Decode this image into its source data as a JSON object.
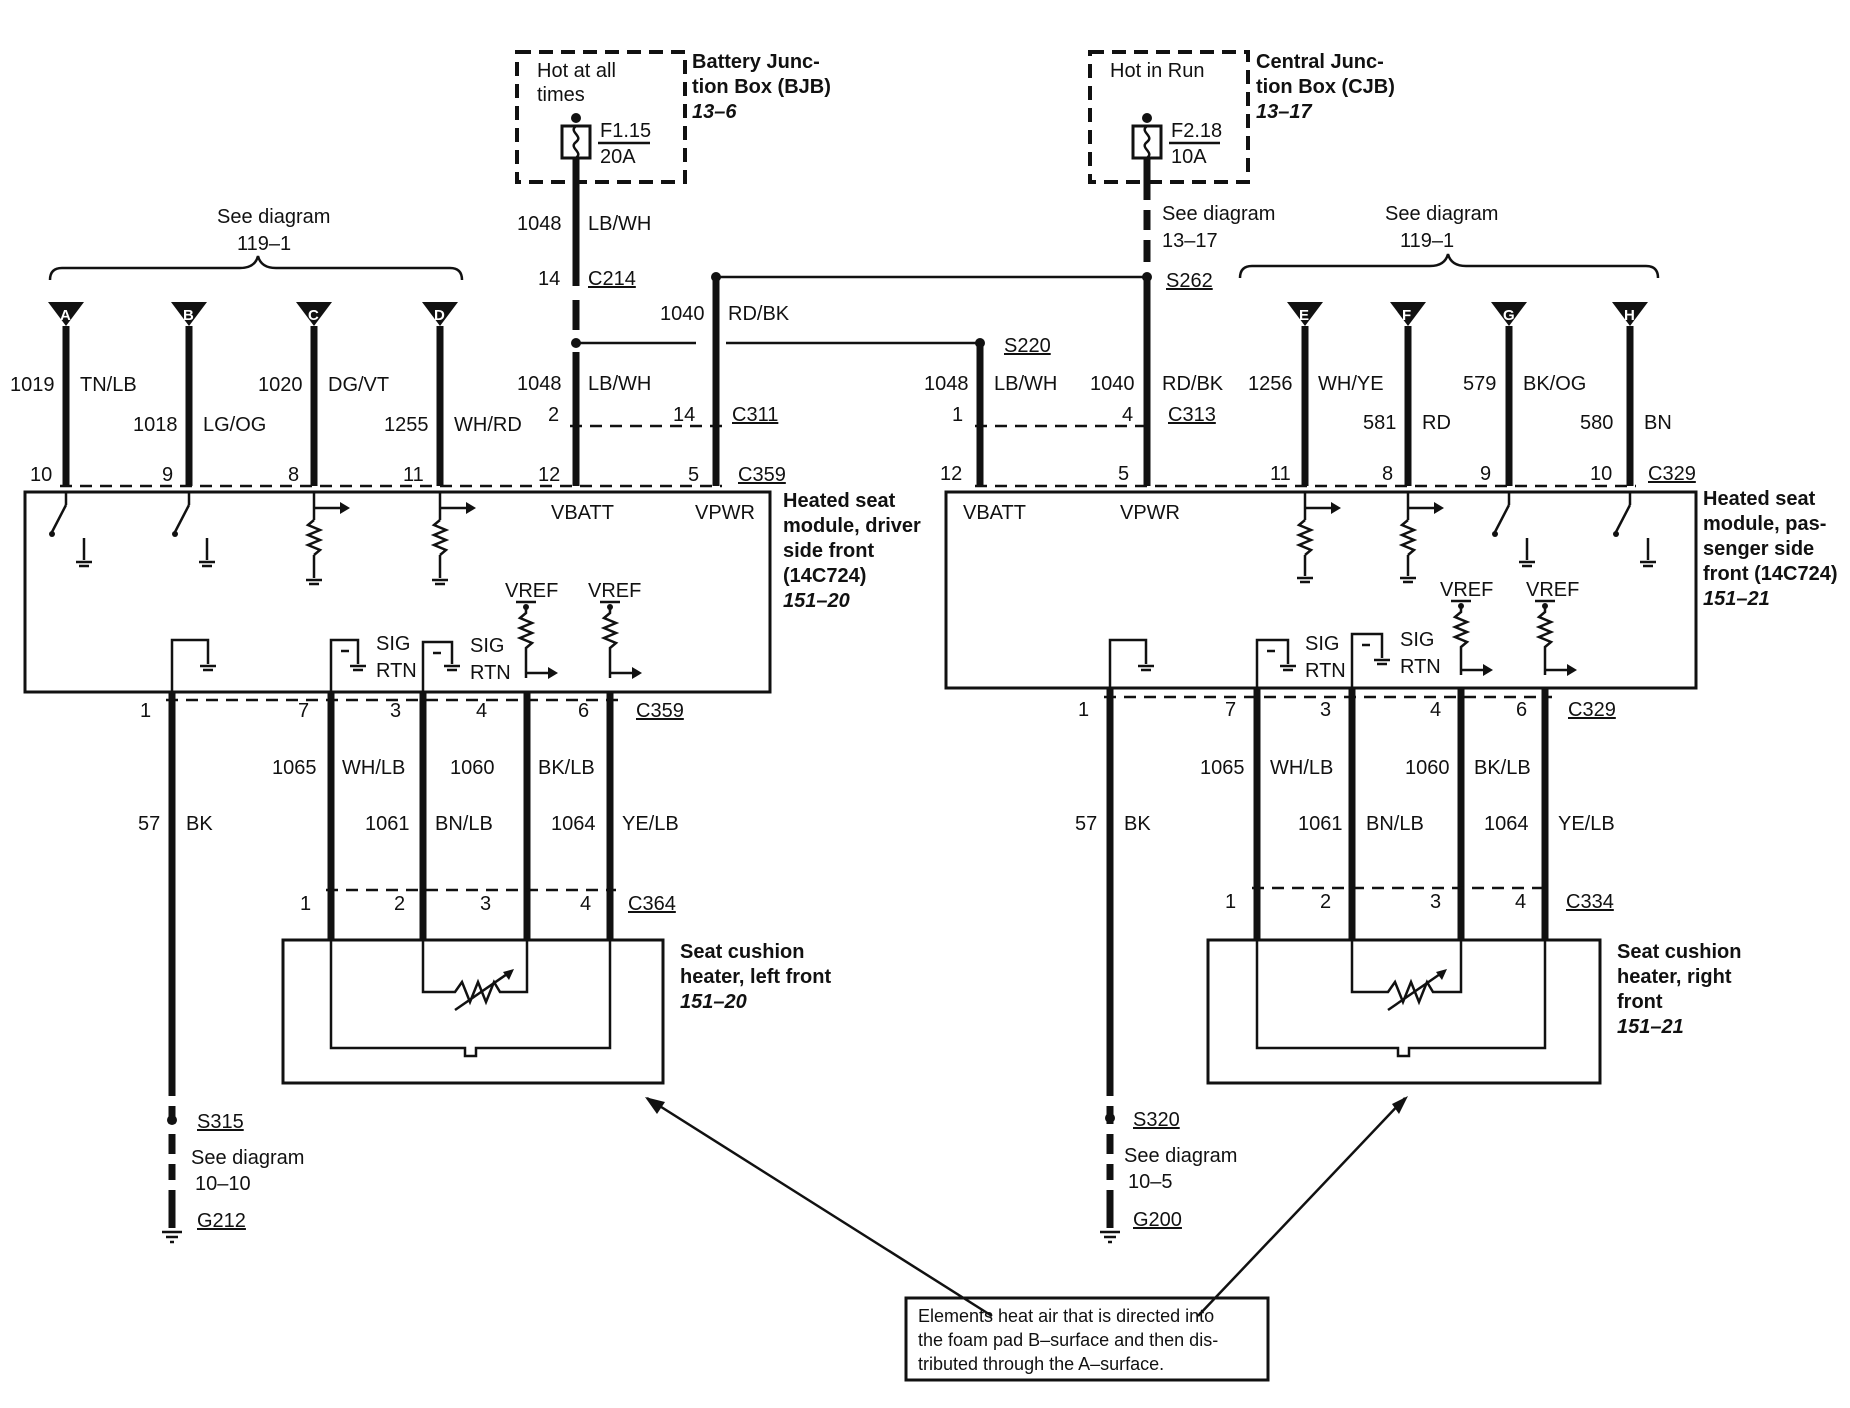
{
  "top": {
    "bjb": {
      "inbox": [
        "Hot at all",
        "times"
      ],
      "title": [
        "Battery Junc-",
        "tion Box (BJB)"
      ],
      "ref": "13–6",
      "fuse": "F1.15",
      "amps": "20A"
    },
    "cjb": {
      "inbox": [
        "Hot in Run"
      ],
      "title": [
        "Central Junc-",
        "tion Box (CJB)"
      ],
      "ref": "13–17",
      "fuse": "F2.18",
      "amps": "10A"
    },
    "see_left": [
      "See diagram",
      "119–1"
    ],
    "see_right": [
      "See diagram",
      "119–1"
    ],
    "see_cjb": [
      "See diagram",
      "13–17"
    ]
  },
  "splices": {
    "s262": "S262",
    "s220": "S220",
    "c214": "C214",
    "c214_pin": "14",
    "c311": "C311",
    "c313": "C313"
  },
  "left": {
    "pins_top": [
      "A",
      "B",
      "C",
      "D"
    ],
    "circuits": [
      {
        "num": "1019",
        "color": "TN/LB",
        "pin": "10"
      },
      {
        "num": "1018",
        "color": "LG/OG",
        "pin": "9"
      },
      {
        "num": "1020",
        "color": "DG/VT",
        "pin": "8"
      },
      {
        "num": "1255",
        "color": "WH/RD",
        "pin": "11"
      }
    ],
    "vbatt": {
      "num": "1048",
      "color": "LB/WH",
      "pin_top": "2",
      "pin": "12",
      "label": "VBATT",
      "num_top": "1048",
      "color_top": "LB/WH"
    },
    "vpwr": {
      "num": "1040",
      "color": "RD/BK",
      "pin_top": "14",
      "pin": "5",
      "label": "VPWR"
    },
    "conn_top": "C359",
    "module": [
      "Heated seat",
      "module, driver",
      "side front",
      "(14C724)"
    ],
    "module_ref": "151–20",
    "vref": [
      "VREF",
      "VREF"
    ],
    "sig": [
      [
        "SIG",
        "RTN"
      ],
      [
        "SIG",
        "RTN"
      ]
    ],
    "conn_bottom": "C359",
    "bottom_pins": [
      "1",
      "7",
      "3",
      "4",
      "6"
    ],
    "bottom_circuits": [
      {
        "num": "57",
        "color": "BK"
      },
      {
        "num": "1065",
        "color": "WH/LB"
      },
      {
        "num": "1061",
        "color": "BN/LB"
      },
      {
        "num": "1060",
        "color": "BK/LB"
      },
      {
        "num": "1064",
        "color": "YE/LB"
      }
    ],
    "heater_pins": [
      "1",
      "2",
      "3",
      "4"
    ],
    "heater_conn": "C364",
    "heater": [
      "Seat cushion",
      "heater, left front"
    ],
    "heater_ref": "151–20",
    "splice": "S315",
    "see": [
      "See diagram",
      "10–10"
    ],
    "ground": "G212"
  },
  "right": {
    "pins_top": [
      "E",
      "F",
      "G",
      "H"
    ],
    "circuits": [
      {
        "num": "1256",
        "color": "WH/YE",
        "pin": "11"
      },
      {
        "num": "581",
        "color": "RD",
        "pin": "8"
      },
      {
        "num": "579",
        "color": "BK/OG",
        "pin": "9"
      },
      {
        "num": "580",
        "color": "BN",
        "pin": "10"
      }
    ],
    "vbatt": {
      "num": "1048",
      "color": "LB/WH",
      "pin_top": "1",
      "pin": "12",
      "label": "VBATT"
    },
    "vpwr": {
      "num": "1040",
      "color": "RD/BK",
      "pin_top": "4",
      "pin": "5",
      "label": "VPWR"
    },
    "conn_top": "C329",
    "module": [
      "Heated seat",
      "module, pas-",
      "senger side",
      "front (14C724)"
    ],
    "module_ref": "151–21",
    "vref": [
      "VREF",
      "VREF"
    ],
    "sig": [
      [
        "SIG",
        "RTN"
      ],
      [
        "SIG",
        "RTN"
      ]
    ],
    "conn_bottom": "C329",
    "bottom_pins": [
      "1",
      "7",
      "3",
      "4",
      "6"
    ],
    "bottom_circuits": [
      {
        "num": "57",
        "color": "BK"
      },
      {
        "num": "1065",
        "color": "WH/LB"
      },
      {
        "num": "1061",
        "color": "BN/LB"
      },
      {
        "num": "1060",
        "color": "BK/LB"
      },
      {
        "num": "1064",
        "color": "YE/LB"
      }
    ],
    "heater_pins": [
      "1",
      "2",
      "3",
      "4"
    ],
    "heater_conn": "C334",
    "heater": [
      "Seat cushion",
      "heater, right",
      "front"
    ],
    "heater_ref": "151–21",
    "splice": "S320",
    "see": [
      "See diagram",
      "10–5"
    ],
    "ground": "G200"
  },
  "note": [
    "Elements heat air that is directed into",
    "the foam pad B–surface and then dis-",
    "tributed through the A–surface."
  ]
}
